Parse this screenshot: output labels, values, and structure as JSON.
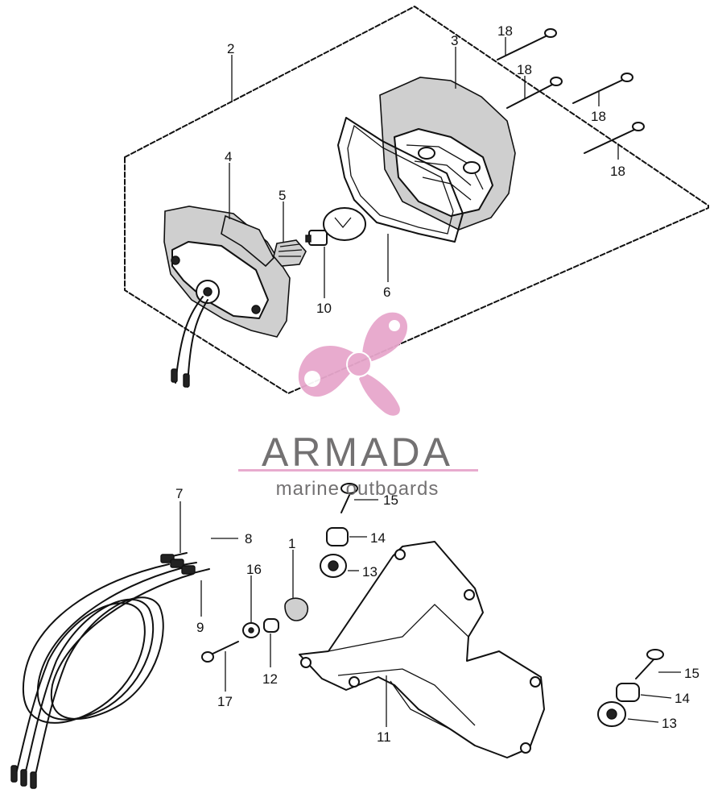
{
  "logo": {
    "brand_name": "ARMADA",
    "tagline": "marine outboards",
    "accent_color": "#e7a7cc",
    "text_color": "#6c6a6b",
    "icon": "propeller-icon"
  },
  "callouts": {
    "c1": "1",
    "c2": "2",
    "c3": "3",
    "c4": "4",
    "c5": "5",
    "c6": "6",
    "c7": "7",
    "c8": "8",
    "c9": "9",
    "c10": "10",
    "c11": "11",
    "c12": "12",
    "c13a": "13",
    "c13b": "13",
    "c14a": "14",
    "c14b": "14",
    "c15a": "15",
    "c15b": "15",
    "c16": "16",
    "c17": "17",
    "c18a": "18",
    "c18b": "18",
    "c18c": "18",
    "c18d": "18"
  }
}
